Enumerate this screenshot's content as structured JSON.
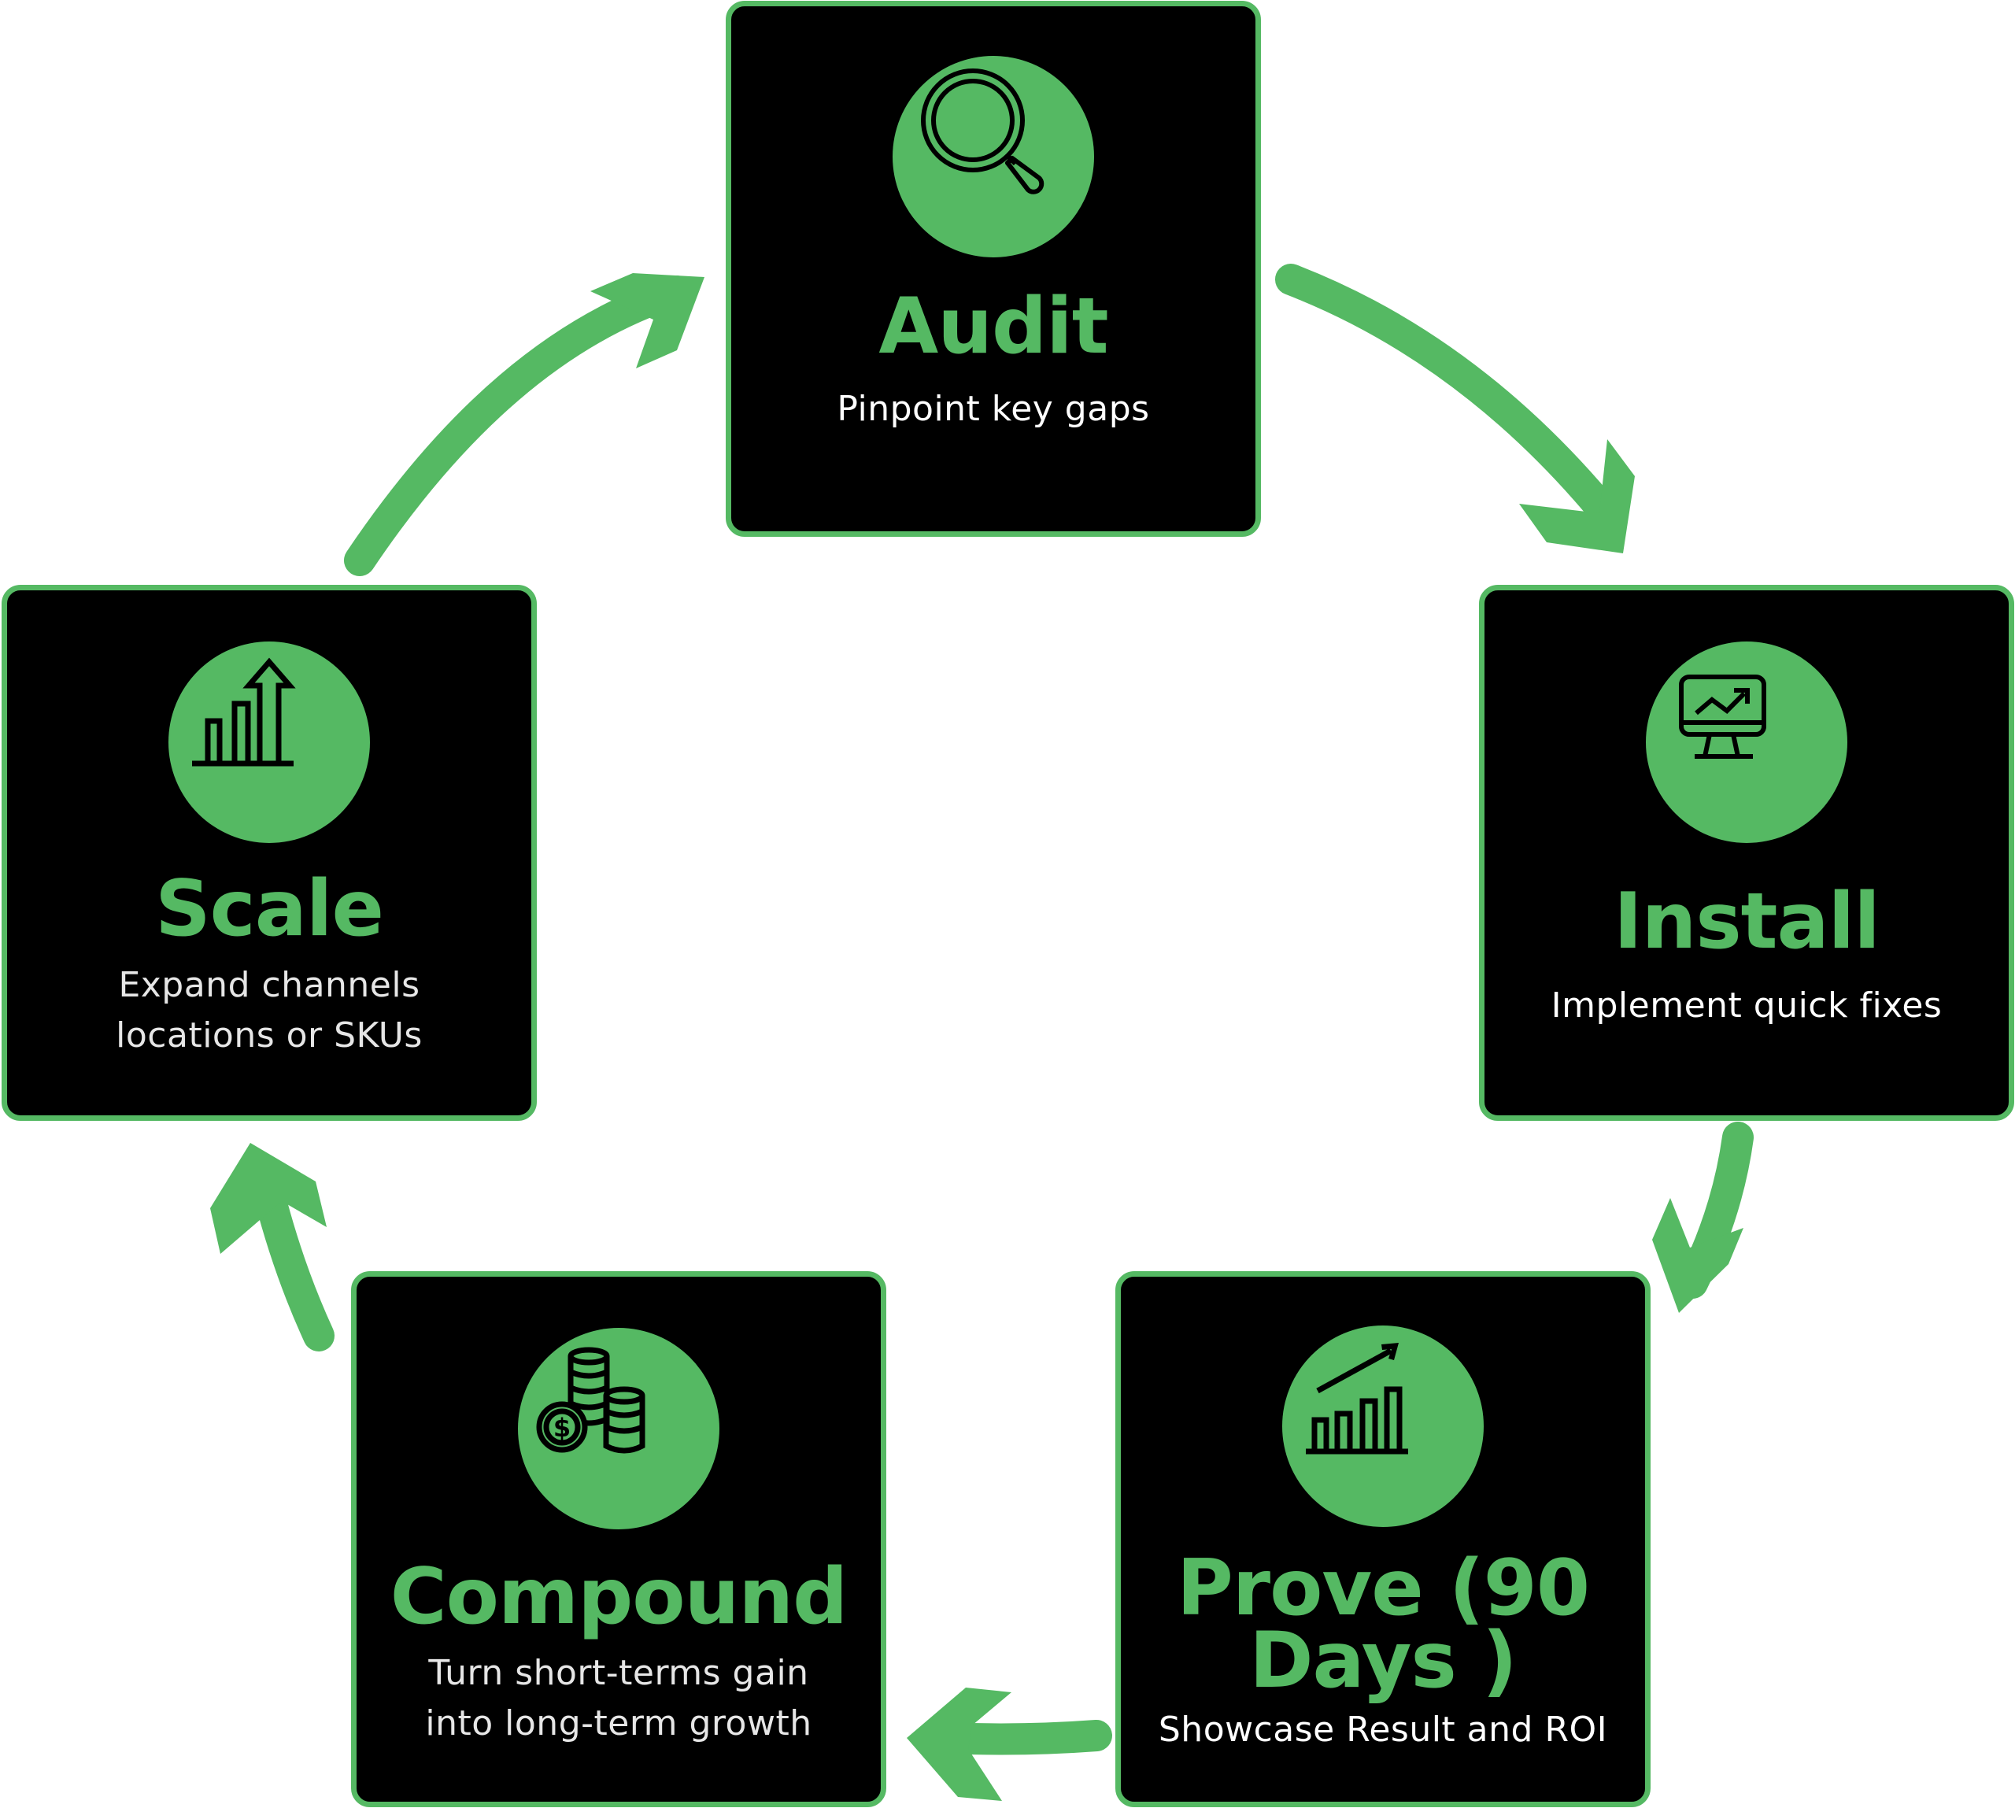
{
  "diagram": {
    "type": "cycle",
    "accent_color": "#55B963",
    "card_background": "#000000",
    "steps": [
      {
        "id": "audit",
        "title": "Audit",
        "subtitle_lines": [
          "Pinpoint key gaps"
        ],
        "icon": "magnifying-glass-icon"
      },
      {
        "id": "install",
        "title": "Install",
        "subtitle_lines": [
          "Implement quick fixes"
        ],
        "icon": "monitor-chart-icon"
      },
      {
        "id": "prove",
        "title_lines": [
          "Prove (90",
          "Days )"
        ],
        "subtitle_lines": [
          "Showcase Result and ROI"
        ],
        "icon": "bar-chart-trend-icon"
      },
      {
        "id": "compound",
        "title": "Compound",
        "subtitle_lines": [
          "Turn short-terms gain",
          "into long-term growth"
        ],
        "icon": "coin-stacks-icon"
      },
      {
        "id": "scale",
        "title": "Scale",
        "subtitle_lines": [
          "Expand channels",
          "locations or SKUs"
        ],
        "icon": "growth-chart-arrow-icon"
      }
    ],
    "flow": [
      {
        "from": "audit",
        "to": "install"
      },
      {
        "from": "install",
        "to": "prove"
      },
      {
        "from": "prove",
        "to": "compound"
      },
      {
        "from": "compound",
        "to": "scale"
      },
      {
        "from": "scale",
        "to": "audit"
      }
    ]
  }
}
